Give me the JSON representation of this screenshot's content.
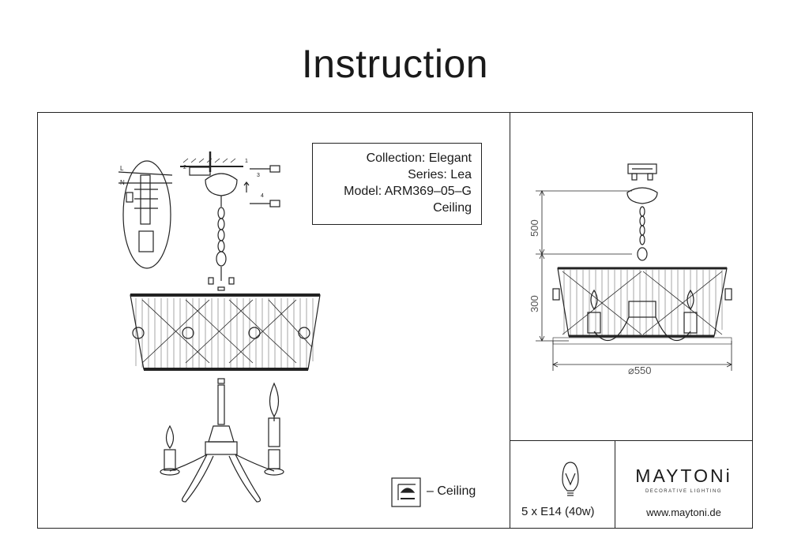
{
  "document": {
    "title": "Instruction",
    "info_lines": [
      "Collection: Elegant",
      "Series: Lea",
      "Model: ARM369–05–G",
      "Ceiling"
    ],
    "wiring_labels": {
      "live": "L",
      "neutral": "N"
    },
    "step_numbers": [
      "1",
      "2",
      "3",
      "4"
    ],
    "mount": {
      "label": "– Ceiling",
      "icon": "ceiling-mount-icon"
    },
    "dimensions": {
      "height_chain": "500",
      "height_shade": "300",
      "diameter": "⌀550"
    },
    "lamp": {
      "text": "5 x E14 (40w)",
      "icon": "light-bulb-icon"
    },
    "brand": {
      "name": "MAYTONi",
      "tagline": "DECORATIVE LIGHTING",
      "url": "www.maytoni.de"
    }
  }
}
